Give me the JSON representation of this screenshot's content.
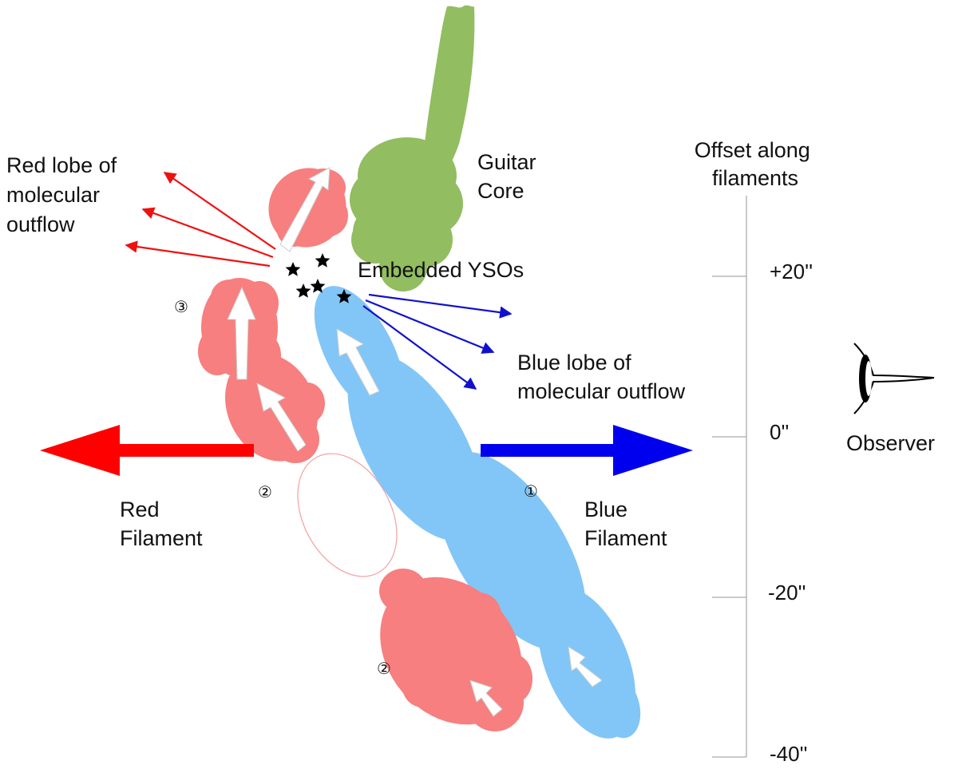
{
  "labels": {
    "red_lobe": [
      "Red lobe of",
      "molecular",
      "outflow"
    ],
    "guitar_core": [
      "Guitar",
      "Core"
    ],
    "embedded_ysos": "Embedded YSOs",
    "blue_lobe": [
      "Blue lobe of",
      "molecular outflow"
    ],
    "red_filament": [
      "Red",
      "Filament"
    ],
    "blue_filament": [
      "Blue",
      "Filament"
    ],
    "observer": "Observer",
    "offset_axis_title": [
      "Offset along",
      "filaments"
    ]
  },
  "markers": {
    "one": "①",
    "two": "②",
    "three": "③"
  },
  "offset_axis": {
    "ticks": [
      "+20''",
      "0''",
      "-20''",
      "-40''"
    ]
  },
  "colors": {
    "red_filament": "#f77f7f",
    "blue_filament": "#82c6f7",
    "guitar_core": "#92bd60",
    "red_arrow": "#ff0000",
    "blue_arrow": "#0000ee",
    "red_outflow": "#ee1111",
    "blue_outflow": "#1111cc"
  },
  "icons": [
    "star-icon",
    "eye-icon",
    "arrow-icon"
  ]
}
